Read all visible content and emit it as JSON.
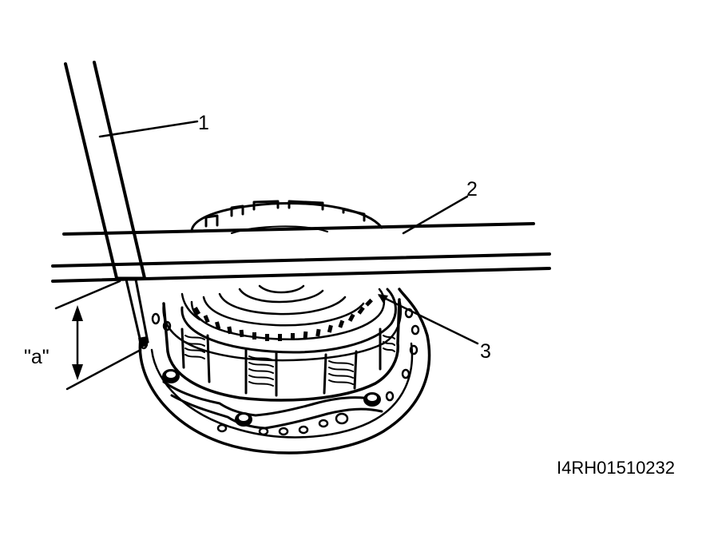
{
  "figure": {
    "callouts": [
      "1",
      "2",
      "3"
    ],
    "dimension_label": "\"a\"",
    "figure_code": "I4RH01510232"
  }
}
